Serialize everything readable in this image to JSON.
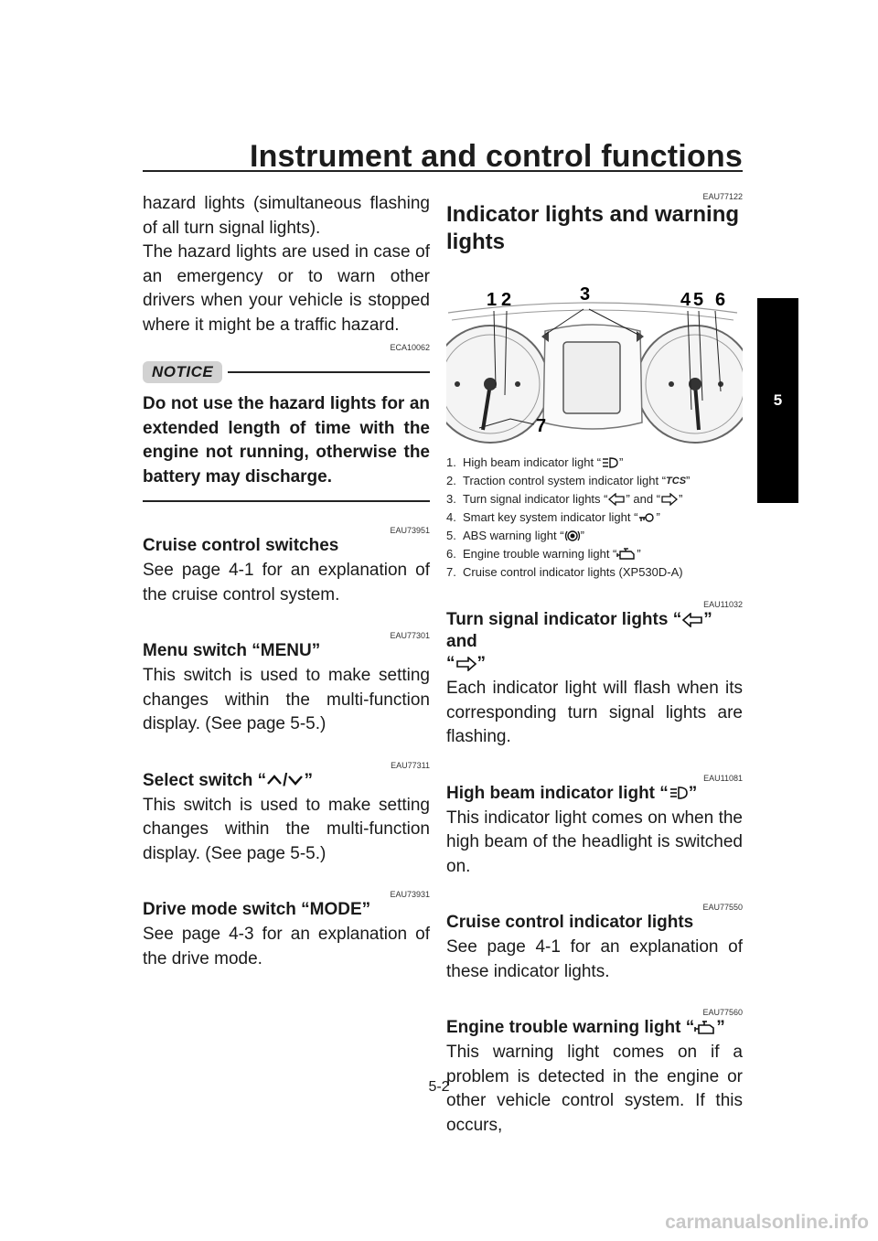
{
  "header": {
    "title": "Instrument and control functions"
  },
  "chapter_tab": "5",
  "left_column": {
    "para1": "hazard lights (simultaneous flashing of all turn signal lights).",
    "para2": "The hazard lights are used in case of an emergency or to warn other drivers when your vehicle is stopped where it might be a traffic hazard.",
    "notice_code": "ECA10062",
    "notice_label": "NOTICE",
    "notice_text": "Do not use the hazard lights for an extended length of time with the engine not running, otherwise the battery may discharge.",
    "cruise": {
      "code": "EAU73951",
      "title": "Cruise control switches",
      "text": "See page 4-1 for an explanation of the cruise control system."
    },
    "menu": {
      "code": "EAU77301",
      "title": "Menu switch “MENU”",
      "text": "This switch is used to make setting changes within the multi-function display. (See page 5-5.)"
    },
    "select": {
      "code": "EAU77311",
      "title_pre": "Select switch “",
      "title_post": "”",
      "text": "This switch is used to make setting changes within the multi-function display. (See page 5-5.)"
    },
    "drive": {
      "code": "EAU73931",
      "title": "Drive mode switch “MODE”",
      "text": "See page 4-3 for an explanation of the drive mode."
    }
  },
  "right_column": {
    "section_code": "EAU77122",
    "section_title": "Indicator lights and warning lights",
    "figure_callouts": [
      "1",
      "2",
      "3",
      "4",
      "5",
      "6",
      "7"
    ],
    "captions": [
      {
        "num": "1.",
        "pre": "High beam indicator light “",
        "post": "”",
        "icon": "high-beam-icon"
      },
      {
        "num": "2.",
        "pre": "Traction control system indicator light “",
        "post": "”",
        "icon": "tcs-icon"
      },
      {
        "num": "3.",
        "pre": "Turn signal indicator lights “",
        "mid": "” and “",
        "post": "”",
        "icon": "turn-signal-icon"
      },
      {
        "num": "4.",
        "pre": "Smart key system indicator light “",
        "post": "”",
        "icon": "smart-key-icon"
      },
      {
        "num": "5.",
        "pre": "ABS warning light “",
        "post": "”",
        "icon": "abs-icon"
      },
      {
        "num": "6.",
        "pre": "Engine trouble warning light “",
        "post": "”",
        "icon": "engine-icon"
      },
      {
        "num": "7.",
        "pre": "Cruise control indicator lights (XP530D-A)",
        "post": "",
        "icon": ""
      }
    ],
    "tcs_label": "TCS",
    "turn": {
      "code": "EAU11032",
      "title_a": "Turn signal indicator lights “",
      "title_b": "” and",
      "title_c": "“",
      "title_d": "”",
      "text": "Each indicator light will flash when its corresponding turn signal lights are flashing."
    },
    "highbeam": {
      "code": "EAU11081",
      "title_a": "High beam indicator light “",
      "title_b": "”",
      "text": "This indicator light comes on when the high beam of the headlight is switched on."
    },
    "cruise_ind": {
      "code": "EAU77550",
      "title": "Cruise control indicator lights",
      "text": "See page 4-1 for an explanation of these indicator lights."
    },
    "engine": {
      "code": "EAU77560",
      "title_a": "Engine trouble warning light “",
      "title_b": "”",
      "text": "This warning light comes on if a problem is detected in the engine or other vehicle control system. If this occurs,"
    }
  },
  "footer": {
    "page_number": "5-2",
    "watermark": "carmanualsonline.info"
  }
}
